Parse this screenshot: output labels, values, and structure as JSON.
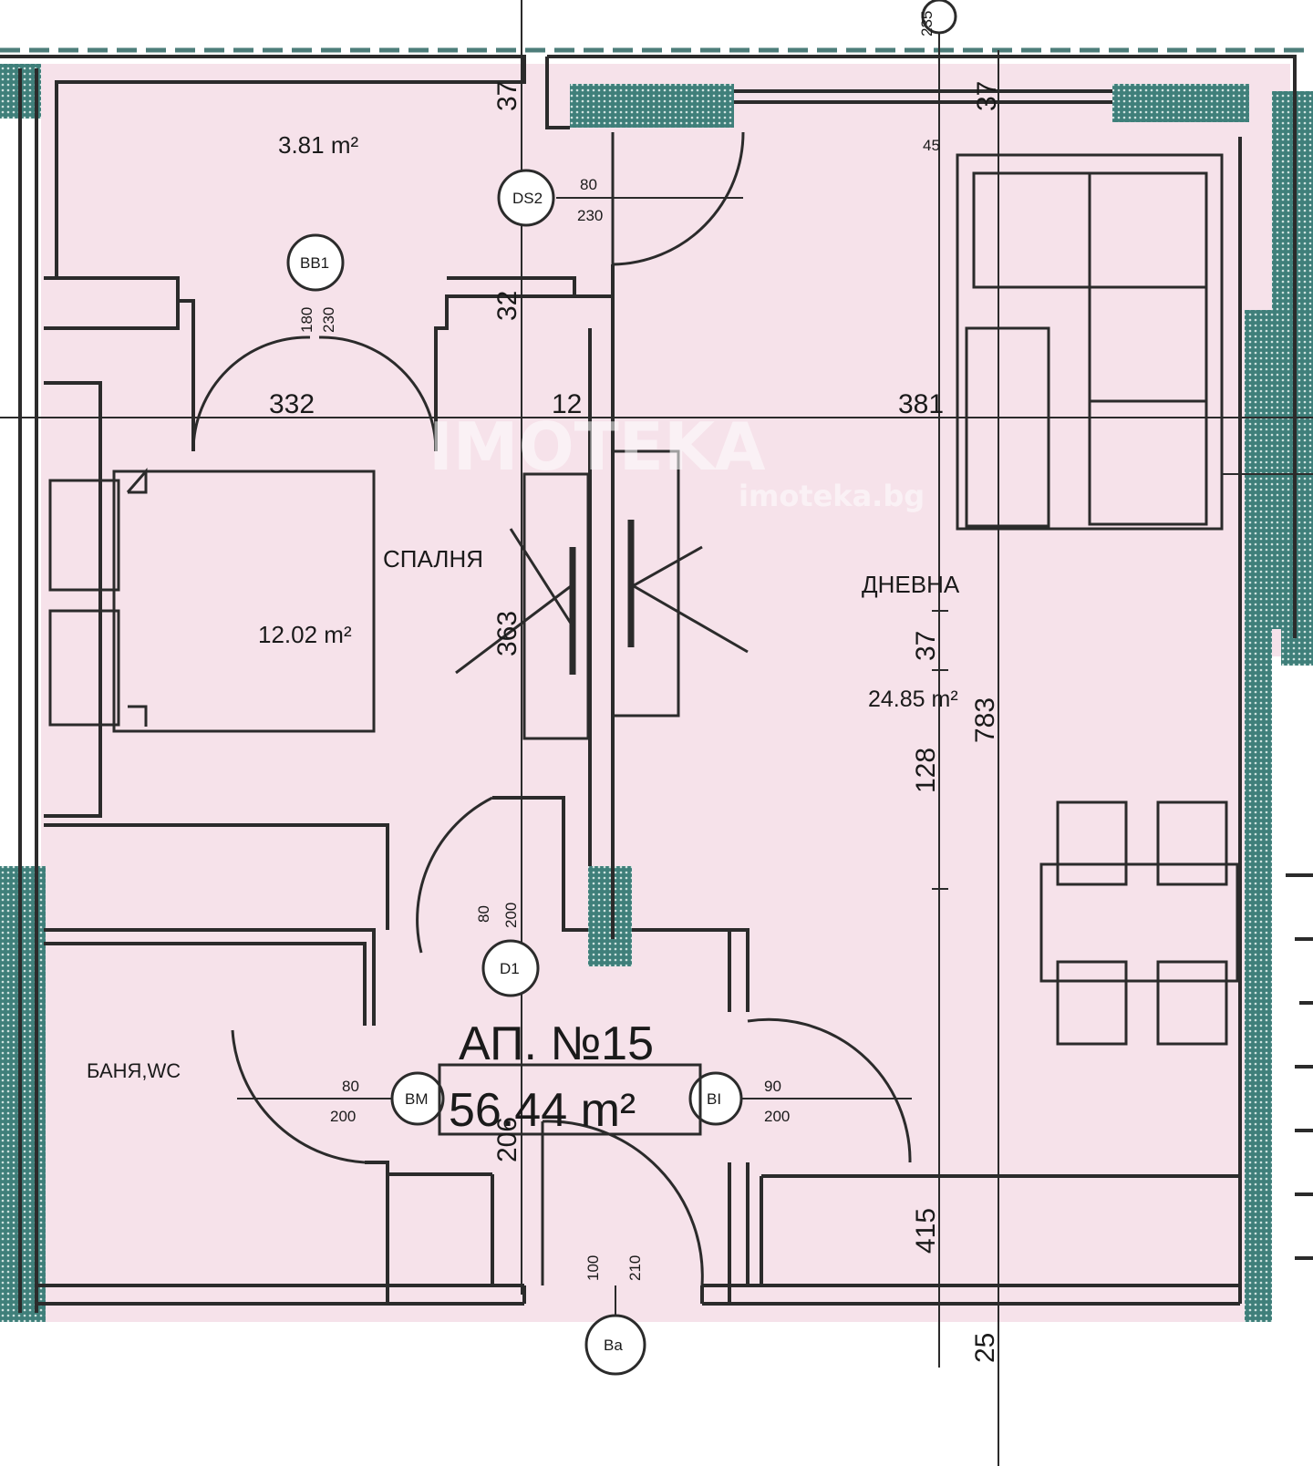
{
  "title": {
    "apartment": "АП. №15",
    "total_area": "56.44 m²"
  },
  "rooms": {
    "hall_area": "3.81 m²",
    "bedroom_name": "СПАЛНЯ",
    "bedroom_area": "12.02 m²",
    "living_name": "ДНЕВНА",
    "living_area": "24.85 m²",
    "bath_name": "БАНЯ,WC"
  },
  "dimensions": {
    "d332": "332",
    "d12": "12",
    "d381": "381",
    "d37_top": "37",
    "d32": "32",
    "d37_right": "37",
    "d363": "363",
    "d37_mid": "37",
    "d783": "783",
    "d128": "128",
    "d415": "415",
    "d25": "25",
    "d206": "206",
    "d235": "235",
    "d45": "45"
  },
  "doors": {
    "ds2_tag": "DS2",
    "ds2_w": "80",
    "ds2_h": "230",
    "bb1_tag": "BB1",
    "bb1_w": "180",
    "bb1_h": "230",
    "d1_tag": "D1",
    "d1_w": "80",
    "d1_h": "200",
    "bm_tag": "BM",
    "bm_w": "80",
    "bm_h": "200",
    "bi_tag": "BI",
    "bi_w": "90",
    "bi_h": "200",
    "ba_tag": "Ba",
    "ba_w": "100",
    "ba_h": "210"
  },
  "watermark": {
    "brand": "IMOTEKA",
    "site": "imoteka.bg"
  },
  "colors": {
    "floor": "#f6e2ea",
    "wall": "#2b2b2b",
    "insulation": "#3f7f7a"
  }
}
